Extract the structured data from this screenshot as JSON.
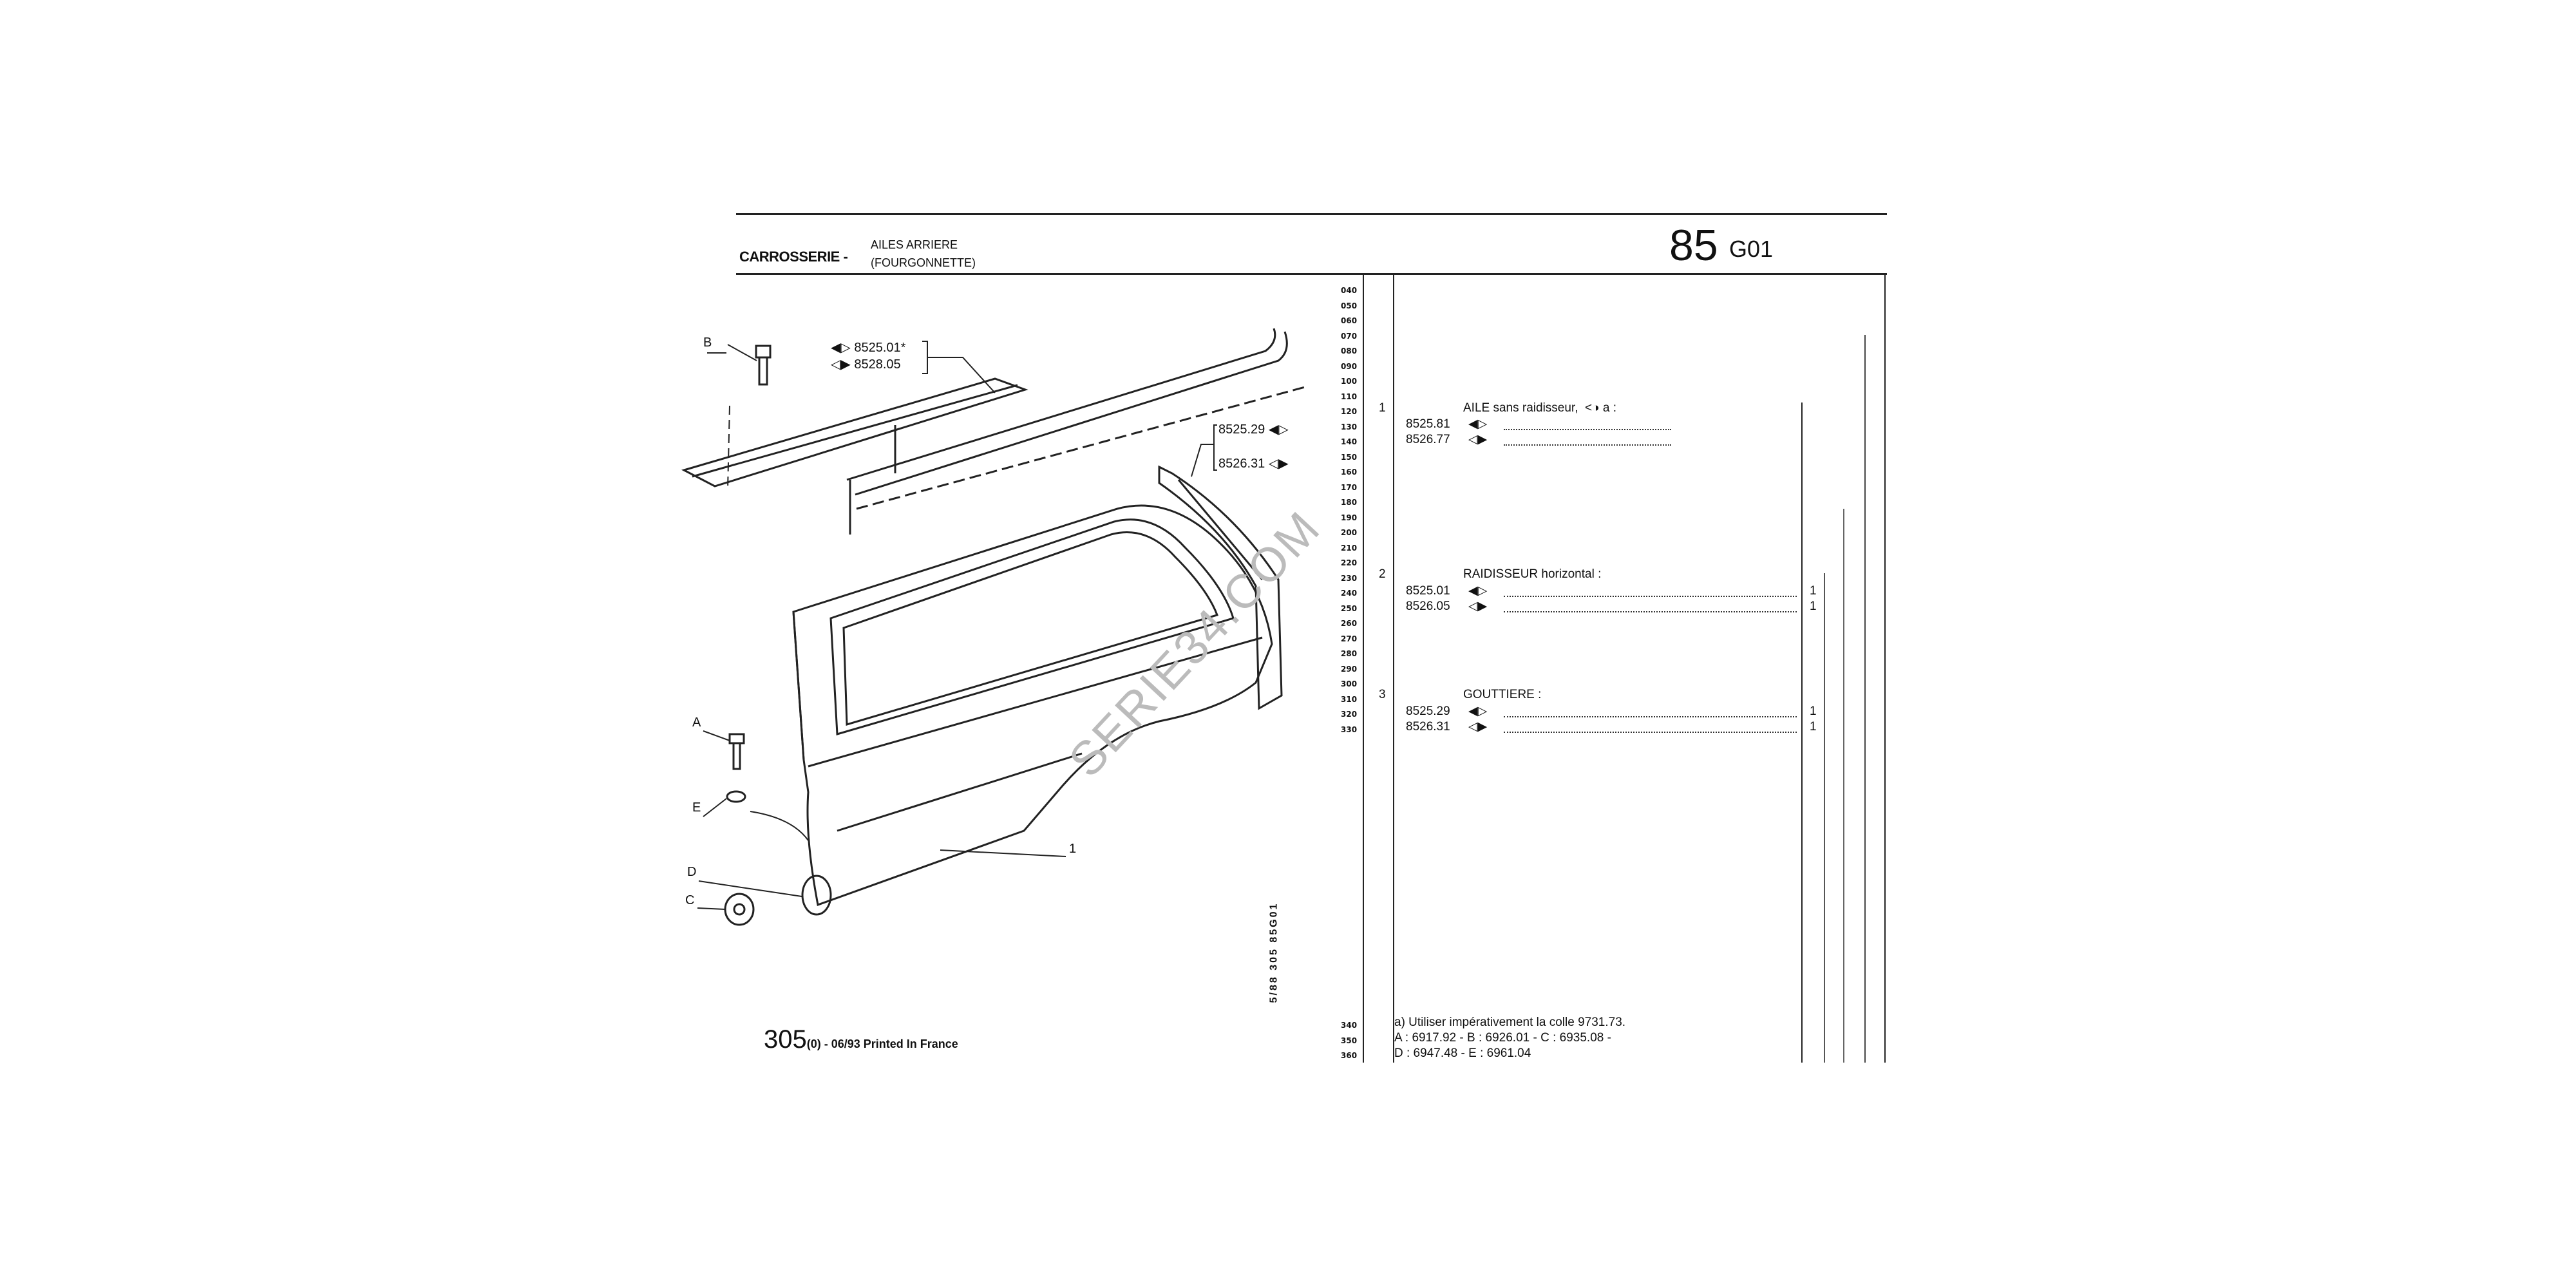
{
  "header": {
    "section": "CARROSSERIE -",
    "subtitle_line1": "AILES ARRIERE",
    "subtitle_line2": "(FOURGONNETTE)",
    "group_number": "85",
    "page_code": "G01"
  },
  "row_numbers": [
    "040",
    "050",
    "060",
    "070",
    "080",
    "090",
    "100",
    "110",
    "120",
    "130",
    "140",
    "150",
    "160",
    "170",
    "180",
    "190",
    "200",
    "210",
    "220",
    "230",
    "240",
    "250",
    "260",
    "270",
    "280",
    "290",
    "300",
    "310",
    "320",
    "330"
  ],
  "footer_row_numbers": [
    "340",
    "350",
    "360"
  ],
  "items": [
    {
      "number": "1",
      "title": "AILE sans raidisseur,",
      "note_marker": "a :",
      "parts": [
        {
          "ref": "8525.81",
          "side": "left",
          "qty": ""
        },
        {
          "ref": "8526.77",
          "side": "right",
          "qty": ""
        }
      ]
    },
    {
      "number": "2",
      "title": "RAIDISSEUR horizontal :",
      "parts": [
        {
          "ref": "8525.01",
          "side": "left",
          "qty": "1"
        },
        {
          "ref": "8526.05",
          "side": "right",
          "qty": "1"
        }
      ]
    },
    {
      "number": "3",
      "title": "GOUTTIERE :",
      "parts": [
        {
          "ref": "8525.29",
          "side": "left",
          "qty": "1"
        },
        {
          "ref": "8526.31",
          "side": "right",
          "qty": "1"
        }
      ]
    }
  ],
  "notes": {
    "line1": "a) Utiliser impérativement la colle 9731.73.",
    "line2": "A : 6917.92 - B : 6926.01 - C : 6935.08 -",
    "line3": "D : 6947.48 - E : 6961.04"
  },
  "diagram": {
    "labels": {
      "a": "A",
      "b": "B",
      "c": "C",
      "d": "D",
      "e": "E",
      "one": "1"
    },
    "callout_top_1": "8525.01*",
    "callout_top_2": "8528.05",
    "callout_right_1": "8525.29",
    "callout_right_2": "8526.31",
    "vertical_ref": "5/88 305 85G01"
  },
  "footer": {
    "model": "305",
    "suffix": "(0) - 06/93 Printed In France"
  },
  "watermark": "SERIE34.COM"
}
